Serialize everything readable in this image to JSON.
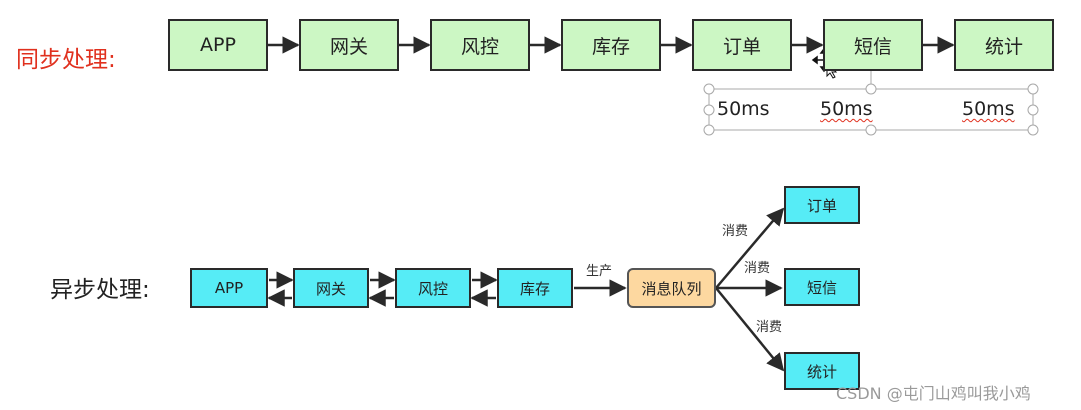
{
  "sync": {
    "title": "同步处理:",
    "nodes": [
      "APP",
      "网关",
      "风控",
      "库存",
      "订单",
      "短信",
      "统计"
    ],
    "timings": [
      "50ms",
      "50ms",
      "50ms"
    ]
  },
  "async": {
    "title": "异步处理:",
    "nodes": [
      "APP",
      "网关",
      "风控",
      "库存"
    ],
    "produce_label": "生产",
    "queue_label": "消息队列",
    "consumers": [
      {
        "name": "订单",
        "edge_label": "消费"
      },
      {
        "name": "短信",
        "edge_label": "消费"
      },
      {
        "name": "统计",
        "edge_label": "消费"
      }
    ]
  },
  "colors": {
    "sync_box": "#ccf7c4",
    "async_box": "#56ecf6",
    "queue_box": "#fdd8a0",
    "sync_title": "#e0301e"
  },
  "watermark": "CSDN @屯门山鸡叫我小鸡"
}
